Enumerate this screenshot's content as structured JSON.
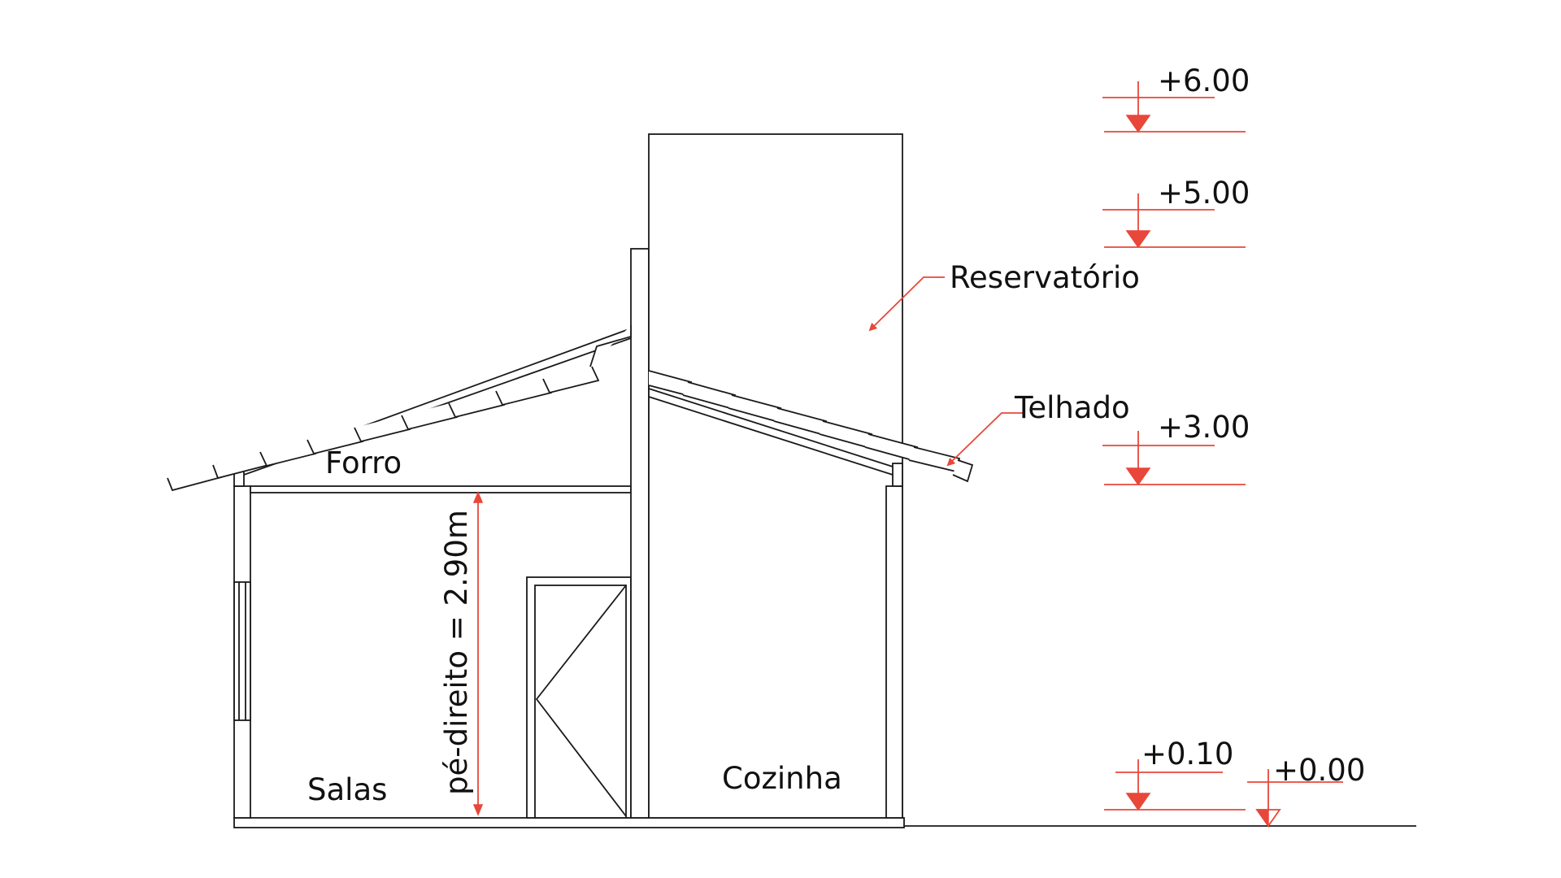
{
  "labels": {
    "forro": "Forro",
    "salas": "Salas",
    "cozinha": "Cozinha",
    "reservatorio": "Reservatório",
    "telhado": "Telhado",
    "pe_direito": "pé-direito = 2.90m"
  },
  "levels": {
    "l600": "+6.00",
    "l500": "+5.00",
    "l300": "+3.00",
    "l010": "+0.10",
    "l000": "+0.00"
  },
  "colors": {
    "annotation": "#e8473a",
    "drawing": "#1a1a1a"
  }
}
